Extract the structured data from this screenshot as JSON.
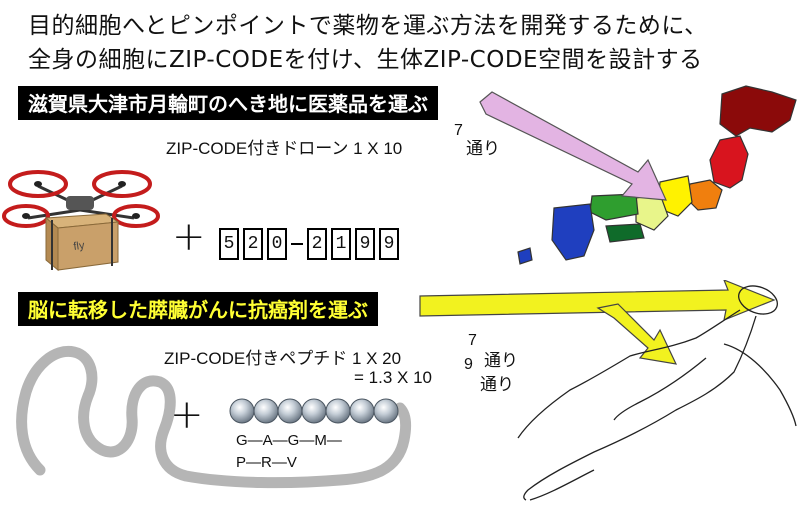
{
  "title": {
    "line1": "目的細胞へとピンポイントで薬物を運ぶ方法を開発するために、",
    "line2": "全身の細胞にZIP-CODEを付け、生体ZIP-CODE空間を設計する"
  },
  "drone_section": {
    "banner": "滋賀県大津市月輪町のへき地に医薬品を運ぶ",
    "caption": "ZIP-CODE付きドローン 1 X 10",
    "caption_sup": "7",
    "caption_suffix": "通り",
    "plus": "+",
    "zip_digits_a": [
      "5",
      "2",
      "0"
    ],
    "zip_digits_b": [
      "2",
      "1",
      "9",
      "9"
    ],
    "box_label": "fly"
  },
  "peptide_section": {
    "banner": "脳に転移した膵臓がんに抗癌剤を運ぶ",
    "caption_line1": "ZIP-CODE付きペプチド 1 X 20",
    "caption_line1_sup": "7",
    "caption_line1_suffix": "通り",
    "caption_line2": "= 1.3 X 10",
    "caption_line2_sup": "9",
    "caption_line2_suffix": "通り",
    "plus": "+",
    "sequence_line1": "G—A—G—M—",
    "sequence_line2": "P—R—V"
  },
  "colors": {
    "pink_arrow": "#e3b4e3",
    "yellow_arrow": "#f2f21f",
    "banner_bg": "#000000",
    "banner_yellow_text": "#ffff33",
    "bead": "#b8c2cc"
  }
}
